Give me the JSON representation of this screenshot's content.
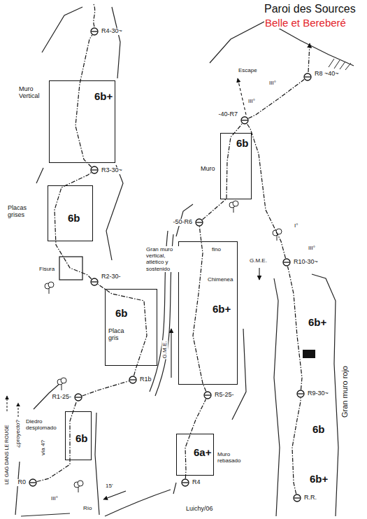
{
  "diagram": {
    "title": "Paroi des Sources",
    "nodes": [
      {
        "text": [
          "R4-30~"
        ]
      },
      {
        "text": [
          "6b+"
        ]
      },
      {
        "text": [
          "R3-30~"
        ]
      },
      {
        "text": [
          "6b"
        ]
      },
      {
        "text": [
          "R2-30-"
        ]
      },
      {
        "text": [
          "6b",
          "Placa gris"
        ]
      },
      {
        "text": [
          "R1b"
        ]
      },
      {
        "text": [
          "R1-25-"
        ]
      },
      {
        "text": [
          "6b"
        ]
      },
      {
        "text": [
          "R0"
        ]
      },
      {
        "text": [
          "-40-R7"
        ]
      },
      {
        "text": [
          "6b"
        ]
      },
      {
        "text": [
          "-50-R6"
        ]
      },
      {
        "text": [
          "6b+"
        ]
      },
      {
        "text": [
          "R5-25-"
        ]
      },
      {
        "text": [
          "6a+"
        ]
      },
      {
        "text": [
          "R4"
        ]
      },
      {
        "text": [
          "R8 ~40~"
        ]
      },
      {
        "text": [
          "R10-30~"
        ]
      },
      {
        "text": [
          "R9-30~"
        ]
      },
      {
        "text": [
          "R.R."
        ]
      }
    ],
    "edges": [
      {
        "from": 9,
        "to": 7,
        "arrow": "none"
      },
      {
        "from": 7,
        "to": 6,
        "arrow": "none"
      },
      {
        "from": 6,
        "to": 4,
        "arrow": "none"
      },
      {
        "from": 4,
        "to": 2,
        "arrow": "none"
      },
      {
        "from": 2,
        "to": 0,
        "arrow": "none"
      },
      {
        "from": 16,
        "to": 14,
        "arrow": "none"
      },
      {
        "from": 14,
        "to": 12,
        "arrow": "none"
      },
      {
        "from": 12,
        "to": 10,
        "arrow": "none"
      },
      {
        "from": 10,
        "to": 17,
        "arrow": "none"
      },
      {
        "from": 20,
        "to": 19,
        "arrow": "none"
      },
      {
        "from": 19,
        "to": 18,
        "arrow": "none"
      },
      {
        "from": 18,
        "to": 10,
        "arrow": "none"
      }
    ],
    "labels": [
      "Belle et Bereberé",
      "Muro Vertical",
      "Placas grises",
      "Fisura",
      "G.M.E.",
      "LE GAG DANS LE ROUGE",
      "¿proyecto?",
      "vía 4?",
      "Diedro desplomado",
      "III°",
      "15'",
      "Río",
      "Luichy/06",
      "Muro rebasado",
      "Gran muro vertical, atlético y sostenido",
      "fino",
      "Chimenea",
      "Muro",
      "Escape",
      "III°",
      "III°",
      "G.M.E.",
      "I°",
      "III°",
      "6b+",
      "6b",
      "6b+",
      "Gran muro rojo"
    ]
  }
}
